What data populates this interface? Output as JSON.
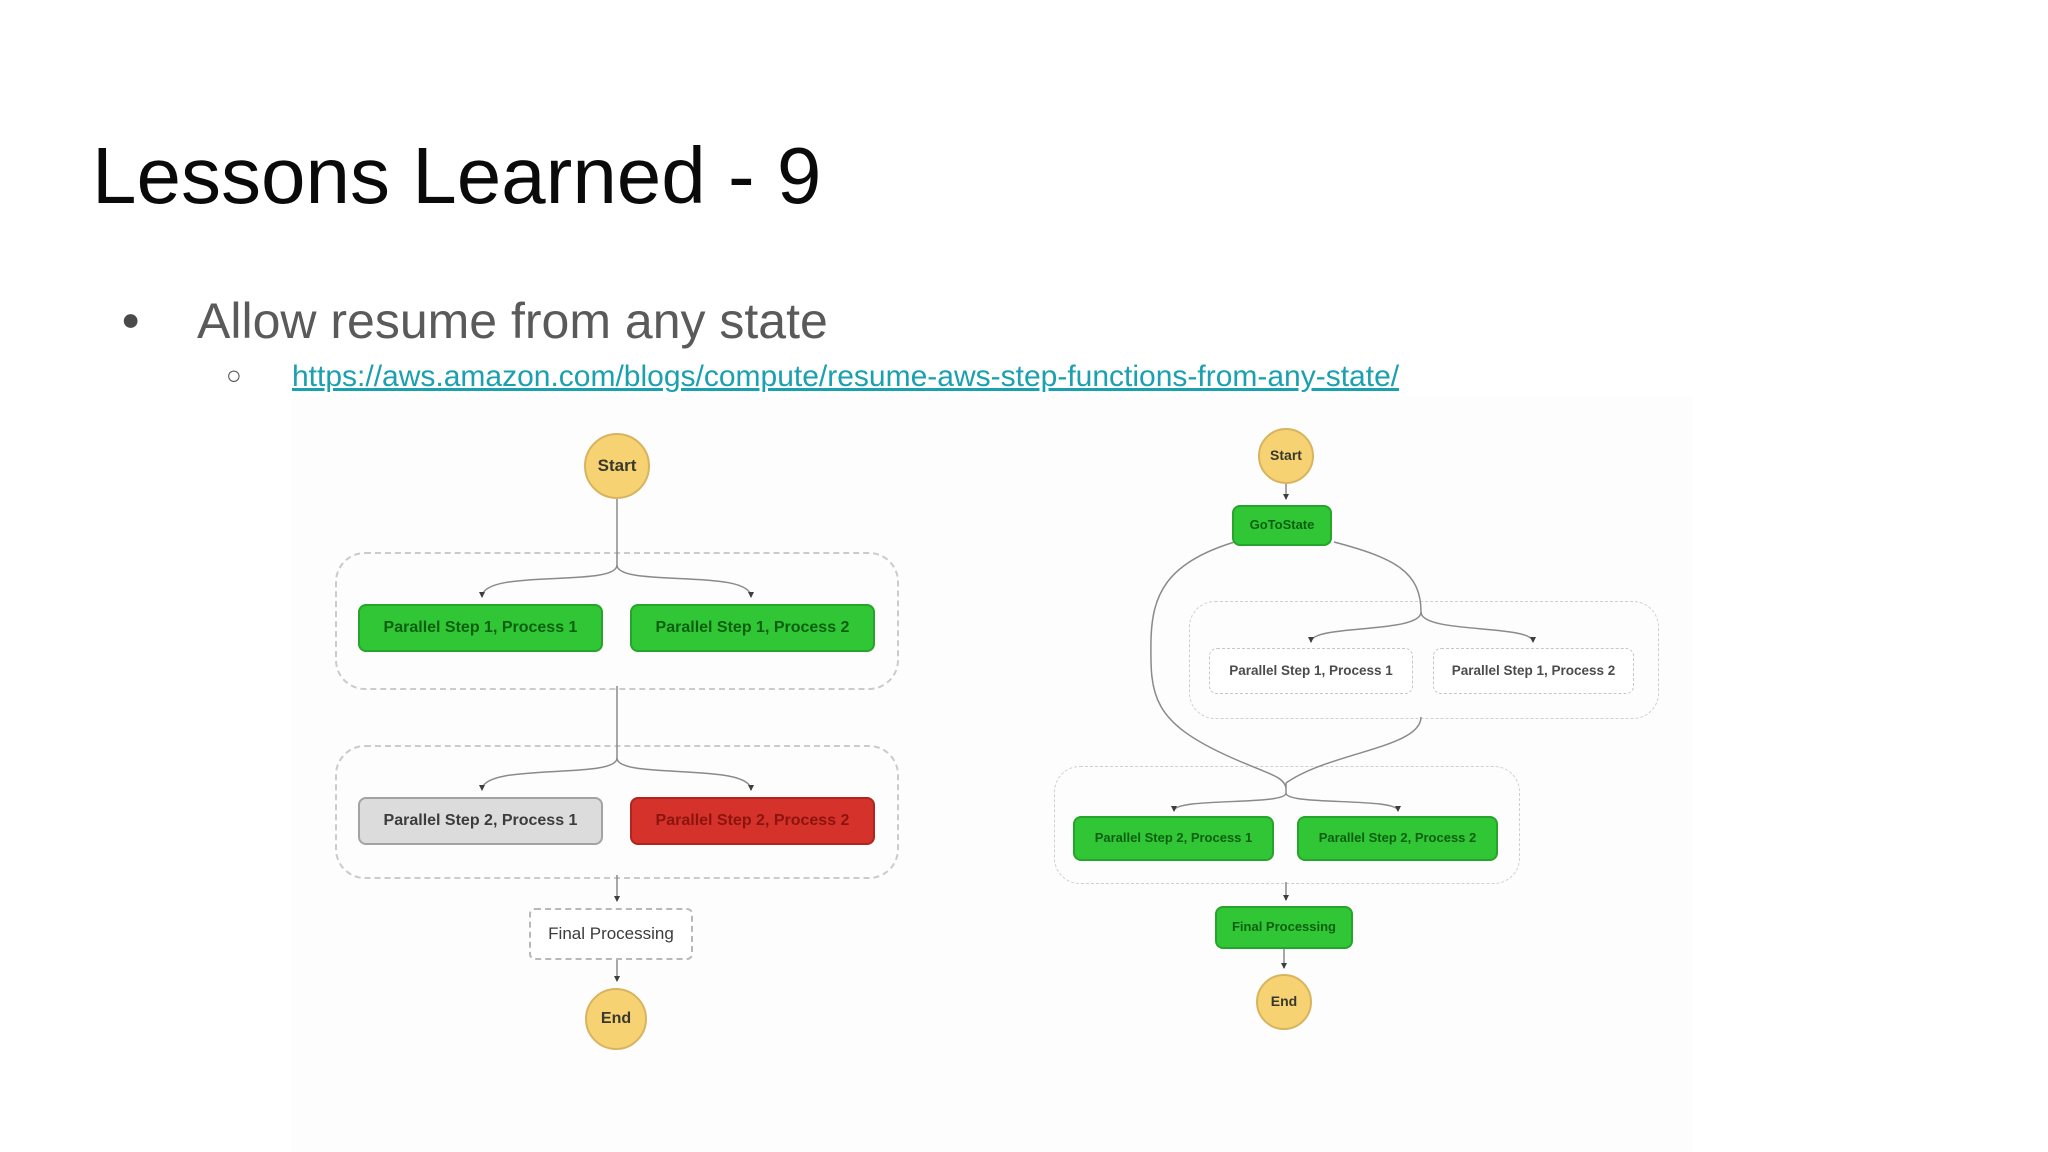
{
  "slide": {
    "title": "Lessons Learned - 9",
    "bullet": "Allow resume from any state",
    "bullet_glyph": "●",
    "sub_bullet_glyph": "○",
    "link": "https://aws.amazon.com/blogs/compute/resume-aws-step-functions-from-any-state/"
  },
  "colors": {
    "link": "#1aa0af",
    "body_text": "#5a5a5a",
    "title_text": "#0a0a0a",
    "node_green": "#31c636",
    "node_red": "#d4322b",
    "node_gray": "#dcdcdc",
    "node_yellow": "#f7d273",
    "connector": "#8a8a8a"
  },
  "left_diagram": {
    "start": "Start",
    "parallel1_process1": "Parallel Step 1, Process 1",
    "parallel1_process2": "Parallel Step 1, Process 2",
    "parallel2_process1": "Parallel Step 2, Process 1",
    "parallel2_process2": "Parallel Step 2, Process 2",
    "final_processing": "Final Processing",
    "end": "End"
  },
  "right_diagram": {
    "start": "Start",
    "goto_state": "GoToState",
    "parallel1_process1": "Parallel Step 1, Process 1",
    "parallel1_process2": "Parallel Step 1, Process 2",
    "parallel2_process1": "Parallel Step 2, Process 1",
    "parallel2_process2": "Parallel Step 2, Process 2",
    "final_processing": "Final Processing",
    "end": "End"
  }
}
